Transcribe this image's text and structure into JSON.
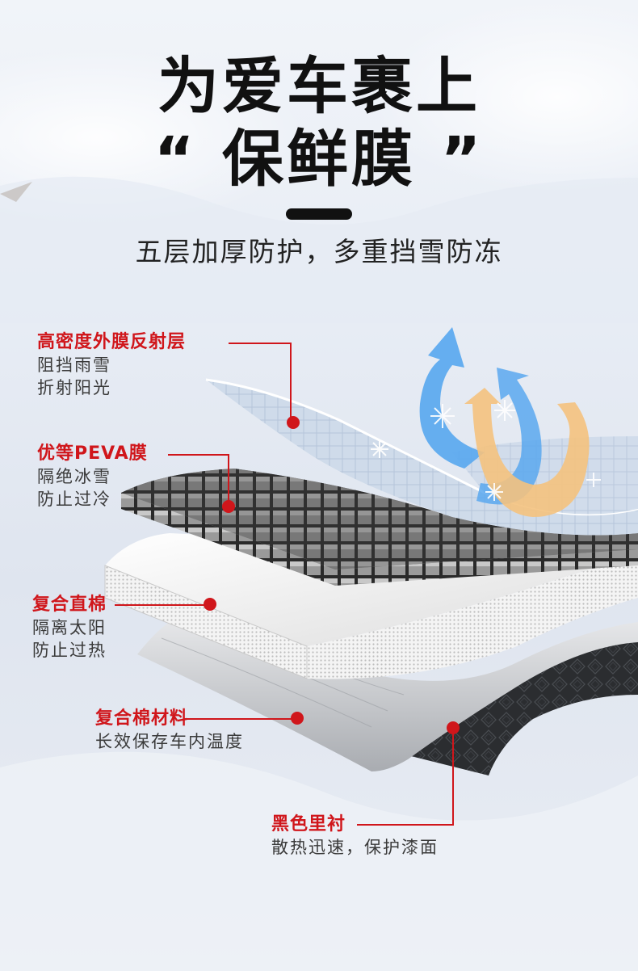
{
  "header": {
    "title_line1": "为爱车裹上",
    "title_line2": "“ 保鲜膜 ”",
    "subtitle": "五层加厚防护，多重挡雪防冻"
  },
  "layers": [
    {
      "name": "高密度外膜反射层",
      "desc_lines": [
        "阻挡雨雪",
        "折射阳光"
      ]
    },
    {
      "name": "优等PEVA膜",
      "desc_lines": [
        "隔绝冰雪",
        "防止过冷"
      ]
    },
    {
      "name": "复合直棉",
      "desc_lines": [
        "隔离太阳",
        "防止过热"
      ]
    },
    {
      "name": "复合棉材料",
      "desc_lines": [
        "长效保存车内温度"
      ]
    },
    {
      "name": "黑色里衬",
      "desc_lines": [
        "散热迅速，保护漆面"
      ]
    }
  ],
  "colors": {
    "accent_red": "#d0161b",
    "arrow_blue": "#5aa8ef",
    "arrow_orange": "#f4c27e",
    "text_dark": "#111111"
  }
}
